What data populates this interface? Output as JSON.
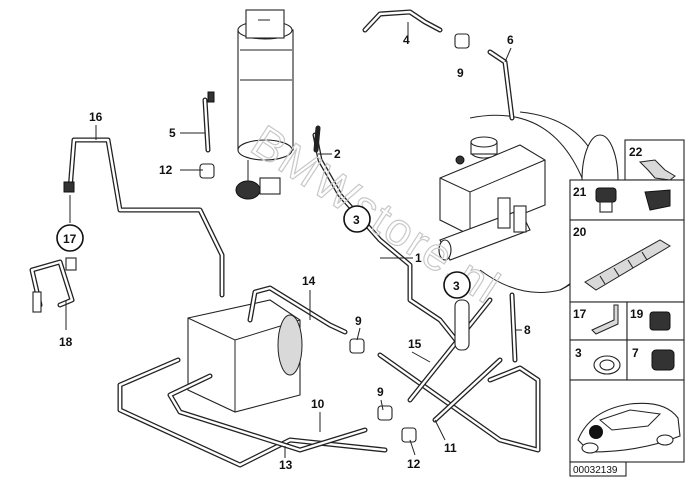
{
  "diagram": {
    "callouts": {
      "c1": "1",
      "c2": "2",
      "c3a": "3",
      "c3b": "3",
      "c4": "4",
      "c5": "5",
      "c6": "6",
      "c8": "8",
      "c9a": "9",
      "c9b": "9",
      "c9c": "9",
      "c10": "10",
      "c11": "11",
      "c12a": "12",
      "c12b": "12",
      "c13": "13",
      "c14": "14",
      "c15": "15",
      "c16": "16",
      "c17": "17",
      "c18": "18"
    },
    "side_panel": {
      "p22": "22",
      "p21": "21",
      "p20": "20",
      "p17": "17",
      "p19": "19",
      "p3": "3",
      "p7": "7"
    },
    "watermark": "BMWstore.nl",
    "part_code": "00032139"
  }
}
